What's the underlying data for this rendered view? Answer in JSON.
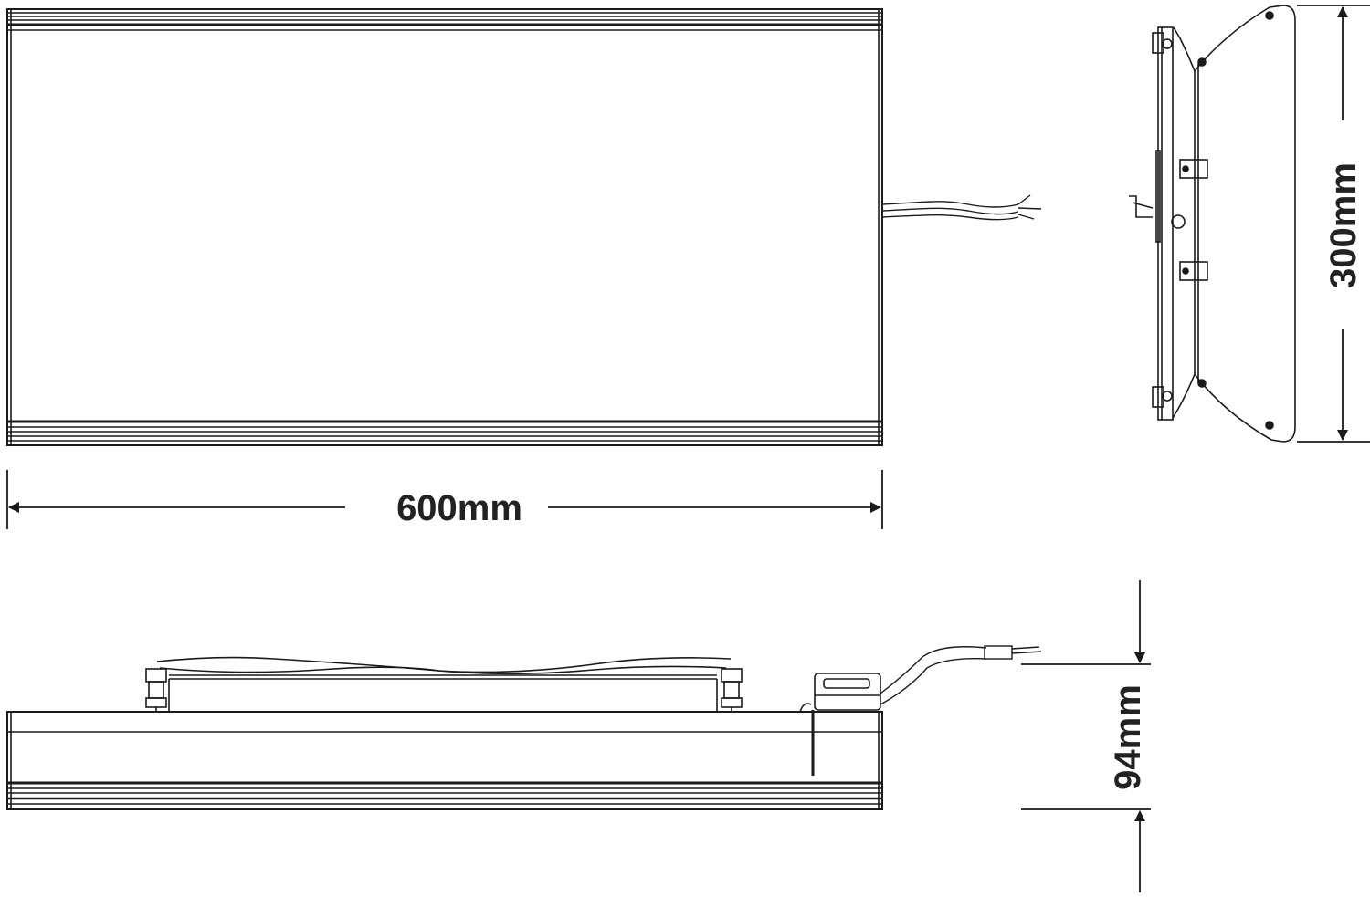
{
  "dimensions": {
    "width_label": "600mm",
    "depth_label": "300mm",
    "height_label": "94mm"
  },
  "colors": {
    "line": "#1a1a1a",
    "background": "#ffffff"
  }
}
